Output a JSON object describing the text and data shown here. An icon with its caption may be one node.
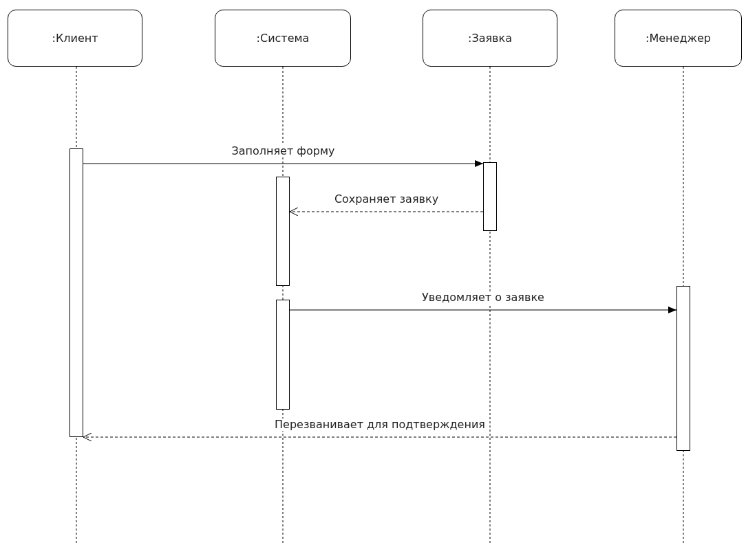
{
  "diagram": {
    "nodes": [
      {
        "text": [
          ":Клиент"
        ]
      },
      {
        "text": [
          ":Система"
        ]
      },
      {
        "text": [
          ":Заявка"
        ]
      },
      {
        "text": [
          ":Менеджер"
        ]
      },
      {
        "text": [],
        "shape": "bar"
      },
      {
        "text": [],
        "shape": "bar"
      },
      {
        "text": [],
        "shape": "bar"
      },
      {
        "text": [],
        "shape": "bar"
      },
      {
        "text": [],
        "shape": "bar"
      }
    ],
    "edges": [
      {
        "from": 4,
        "to": 6,
        "arrow": "to",
        "label": "Заполняет форму"
      },
      {
        "from": 6,
        "to": 5,
        "arrow": "to",
        "label": "Сохраняет заявку",
        "style": "dashed"
      },
      {
        "from": 7,
        "to": 8,
        "arrow": "to",
        "label": "Уведомляет о заявке"
      },
      {
        "from": 8,
        "to": 4,
        "arrow": "to",
        "label": "Перезванивает для подтверждения",
        "style": "dashed"
      }
    ]
  }
}
